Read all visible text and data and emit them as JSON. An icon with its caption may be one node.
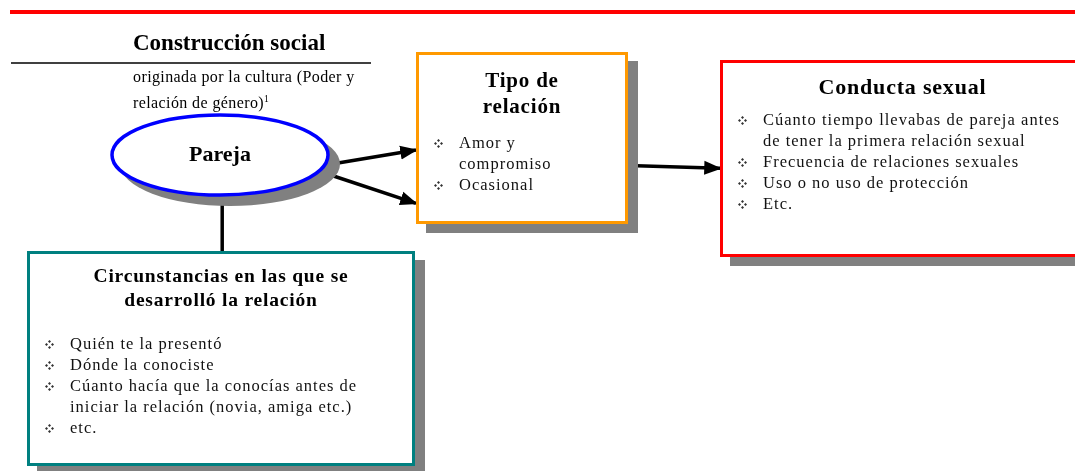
{
  "diagram": {
    "title": "Construcción social",
    "nodes": [
      {
        "text": [
          "Pareja"
        ]
      },
      {
        "text": [
          "Tipo de relación",
          "Amor y compromiso",
          "Ocasional"
        ]
      },
      {
        "text": [
          "Conducta sexual",
          "Cúanto tiempo llevabas de pareja antes de tener la primera relación sexual",
          "Frecuencia de relaciones sexuales",
          "Uso o no uso de protección",
          "Etc."
        ]
      },
      {
        "text": [
          "Circunstancias en las que se desarrolló la relación",
          "Quién te la presentó",
          "Dónde la conociste",
          "Cúanto hacía que la conocías antes de iniciar la relación (novia, amiga etc.)",
          "etc."
        ]
      }
    ],
    "edges": [
      {
        "from": 0,
        "to": 1,
        "arrow": "to"
      },
      {
        "from": 0,
        "to": 1,
        "arrow": "to"
      },
      {
        "from": 1,
        "to": 2,
        "arrow": "to"
      },
      {
        "from": 0,
        "to": 3,
        "arrow": "none"
      }
    ],
    "labels": [
      "originada por la cultura (Poder y relación de género)$^{1}$"
    ]
  }
}
